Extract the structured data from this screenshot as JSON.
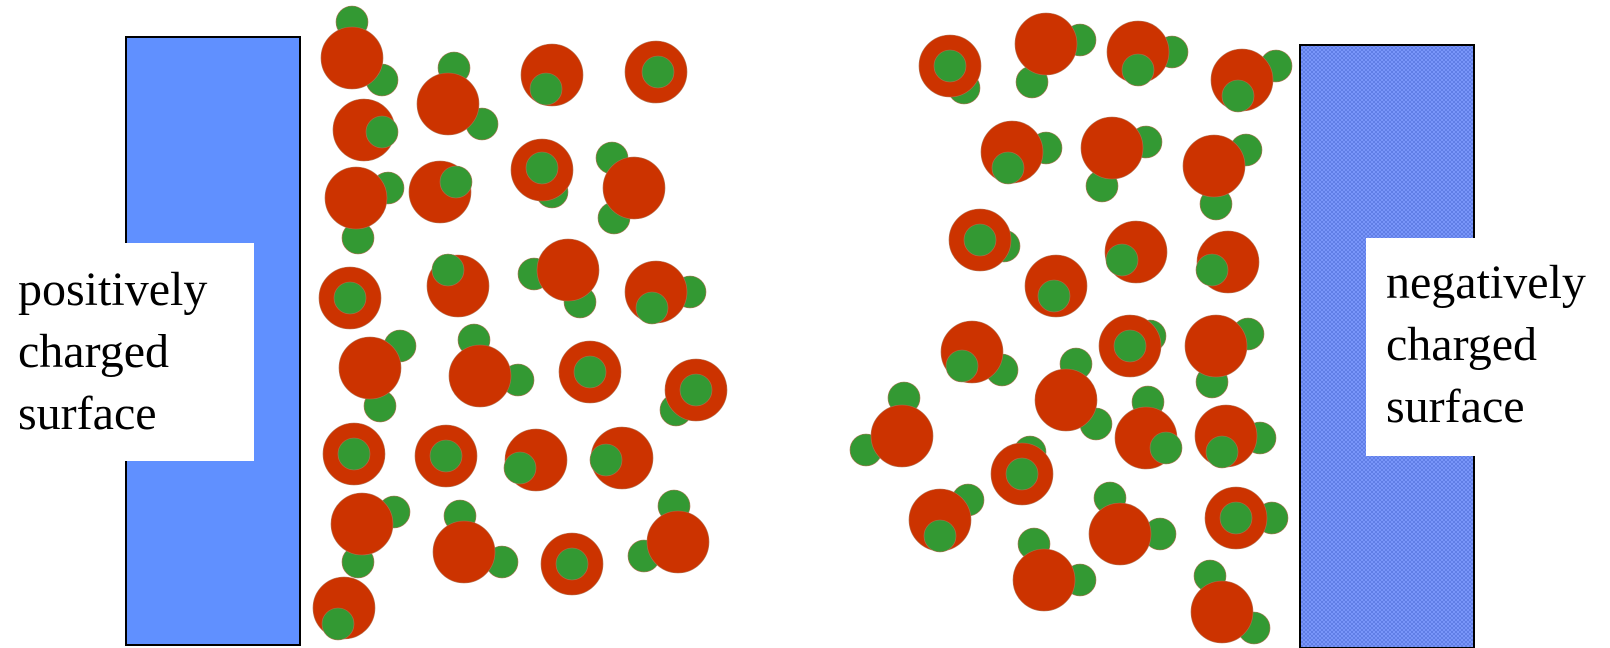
{
  "colors": {
    "positive_surface": "#6090FF",
    "negative_surface": "#6f8ff2",
    "molecule_large": "#CC3300",
    "molecule_small": "#339933",
    "outline": "#000000"
  },
  "left_panel": {
    "label_lines": [
      "positively",
      "charged",
      "surface"
    ],
    "surface_fill": "solid"
  },
  "right_panel": {
    "label_lines": [
      "negatively",
      "charged",
      "surface"
    ],
    "surface_fill": "mesh"
  }
}
